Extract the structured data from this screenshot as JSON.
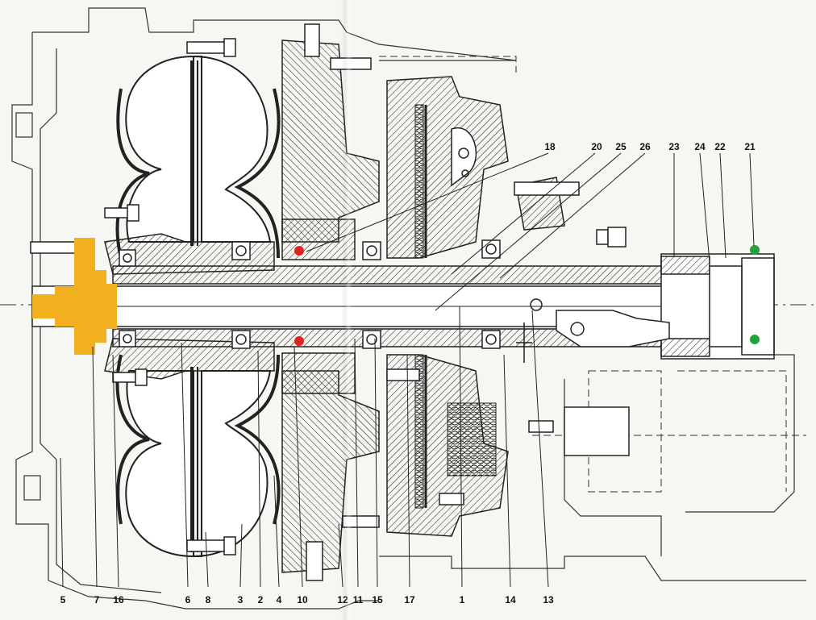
{
  "diagram": {
    "bottom_labels": [
      "5",
      "7",
      "16",
      "6",
      "8",
      "3",
      "2",
      "4",
      "10",
      "12",
      "11",
      "15",
      "17",
      "1",
      "14",
      "13"
    ],
    "top_labels": [
      "18",
      "20",
      "25",
      "26",
      "23",
      "24",
      "22",
      "21"
    ],
    "highlight_colors": {
      "hub": "#f2b01e",
      "bearing_marker": "#e2231a",
      "seal_marker": "#1fa33a"
    }
  }
}
